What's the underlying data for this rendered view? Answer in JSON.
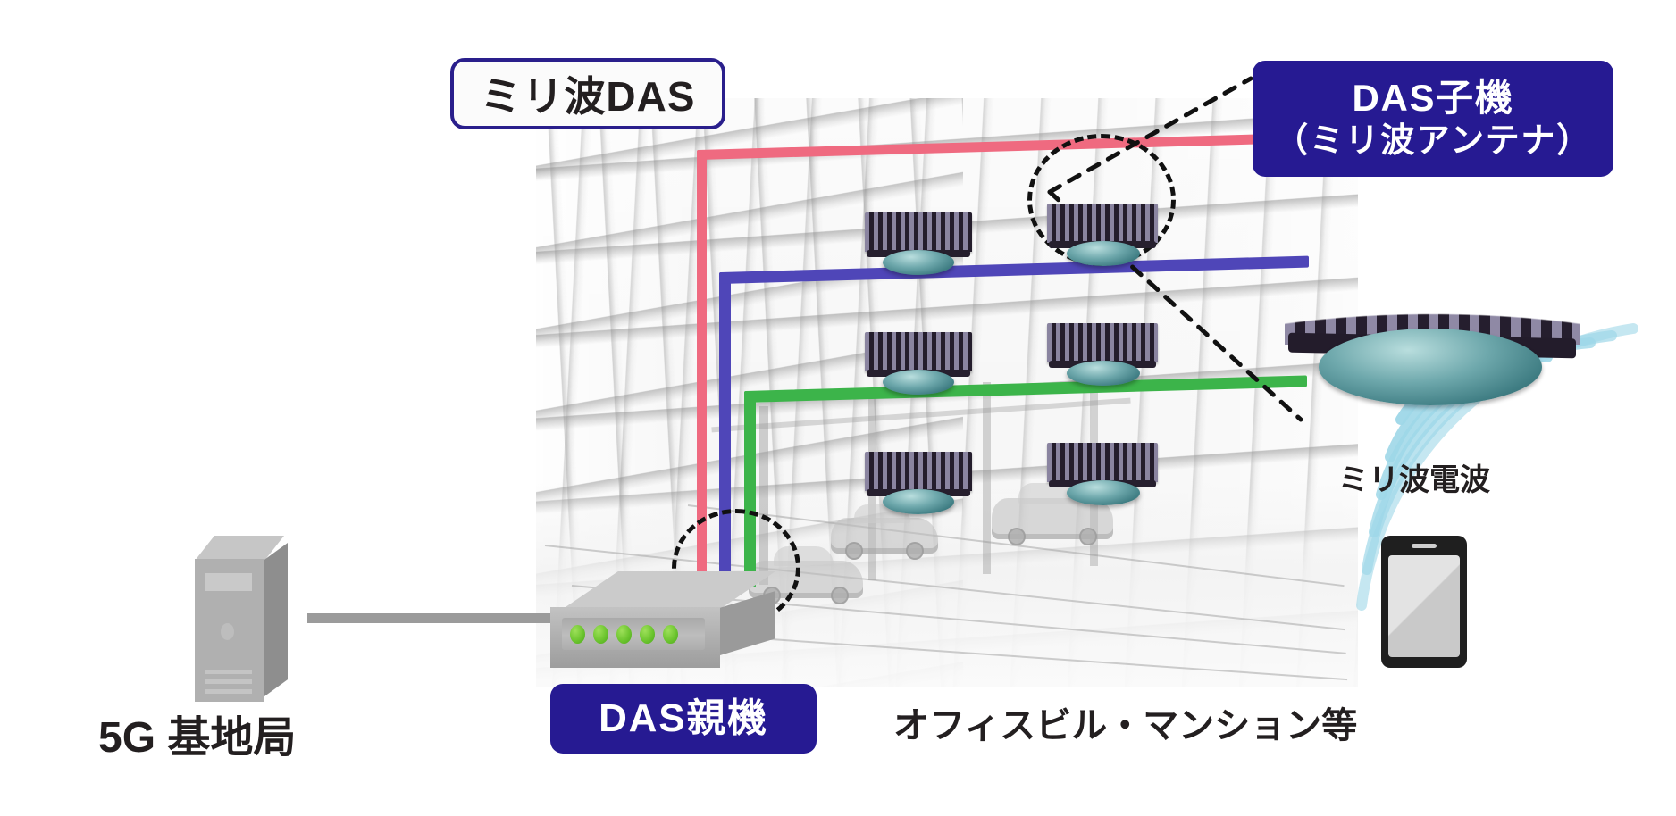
{
  "diagram": {
    "title_label": "ミリ波DAS",
    "colors": {
      "navy": "#261a92",
      "cable_red": "#ef6a80",
      "cable_purple": "#4f46b8",
      "cable_green": "#3cb44a",
      "wave_blue": "#9ed7e8",
      "led_green": "#6dc52f",
      "text_dark": "#231f20"
    },
    "labels": {
      "millimeter_das": {
        "text": "ミリ波DAS",
        "style": "white-box-navy-border"
      },
      "das_child": {
        "line1": "DAS子機",
        "line2": "（ミリ波アンテナ）",
        "style": "navy-box"
      },
      "das_parent": {
        "text": "DAS親機",
        "style": "navy-box"
      },
      "base_station": {
        "text": "5G 基地局",
        "style": "plain"
      },
      "building_caption": {
        "text": "オフィスビル・マンション等",
        "style": "plain"
      },
      "radio_wave": {
        "text": "ミリ波電波",
        "style": "plain-small"
      }
    },
    "nodes": [
      {
        "name": "5g-base-station",
        "kind": "server-tower"
      },
      {
        "name": "das-parent-unit",
        "kind": "switch-box",
        "led_count": 5
      },
      {
        "name": "das-child-antenna",
        "kind": "finned-antenna",
        "count": 7
      },
      {
        "name": "smartphone",
        "kind": "handset"
      }
    ],
    "cables": [
      {
        "name": "cable-floor-3",
        "color": "#ef6a80",
        "floor": 3
      },
      {
        "name": "cable-floor-2",
        "color": "#4f46b8",
        "floor": 2
      },
      {
        "name": "cable-floor-1",
        "color": "#3cb44a",
        "floor": 1
      }
    ],
    "callouts": [
      {
        "name": "callout-das-child",
        "target": "ceiling-antenna",
        "style": "dashed-ellipse"
      },
      {
        "name": "callout-das-parent",
        "target": "cable-bundle-at-switch",
        "style": "dashed-ellipse"
      }
    ],
    "wave_arc_count": 6
  }
}
